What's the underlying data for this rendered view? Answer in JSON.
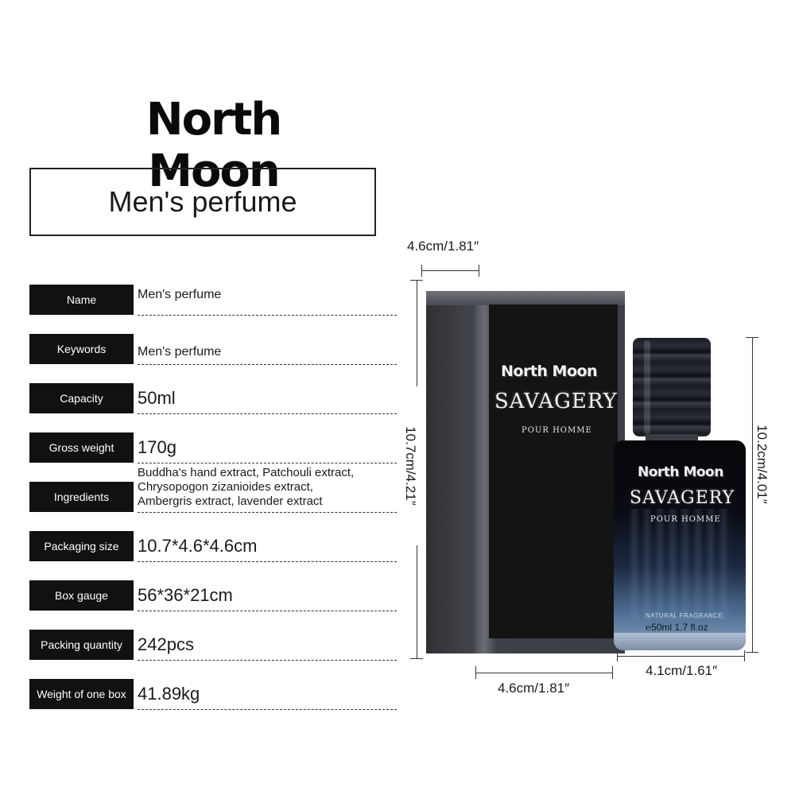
{
  "header": {
    "brand": "North Moon",
    "subtitle": "Men's perfume"
  },
  "specs": [
    {
      "label": "Name",
      "value": "Men's perfume"
    },
    {
      "label": "Keywords",
      "value": "Men's perfume"
    },
    {
      "label": "Capacity",
      "value": "50ml"
    },
    {
      "label": "Gross weight",
      "value": "170g"
    },
    {
      "label": "Ingredients",
      "value": [
        "Buddha's hand extract, Patchouli extract,",
        "Chrysopogon zizanioides extract,",
        "Ambergris extract, lavender extract"
      ]
    },
    {
      "label": "Packaging size",
      "value": "10.7*4.6*4.6cm"
    },
    {
      "label": "Box gauge",
      "value": "56*36*21cm"
    },
    {
      "label": "Packing quantity",
      "value": "242pcs"
    },
    {
      "label": "Weight of one box",
      "value": "41.89kg"
    }
  ],
  "dimensions": {
    "box_top_width": "4.6cm/1.81″",
    "box_height": "10.7cm/4.21″",
    "box_bottom_width": "4.6cm/1.81″",
    "bottle_height": "10.2cm/4.01″",
    "bottle_width": "4.1cm/1.61″"
  },
  "packaging": {
    "brand": "North Moon",
    "name": "SAVAGERY",
    "sub": "POUR HOMME"
  },
  "bottle": {
    "brand": "North Moon",
    "name": "SAVAGERY",
    "sub": "POUR HOMME",
    "fine_print": "NATURAL FRAGRANCE",
    "volume": "℮50ml 1.7 fl.oz"
  }
}
